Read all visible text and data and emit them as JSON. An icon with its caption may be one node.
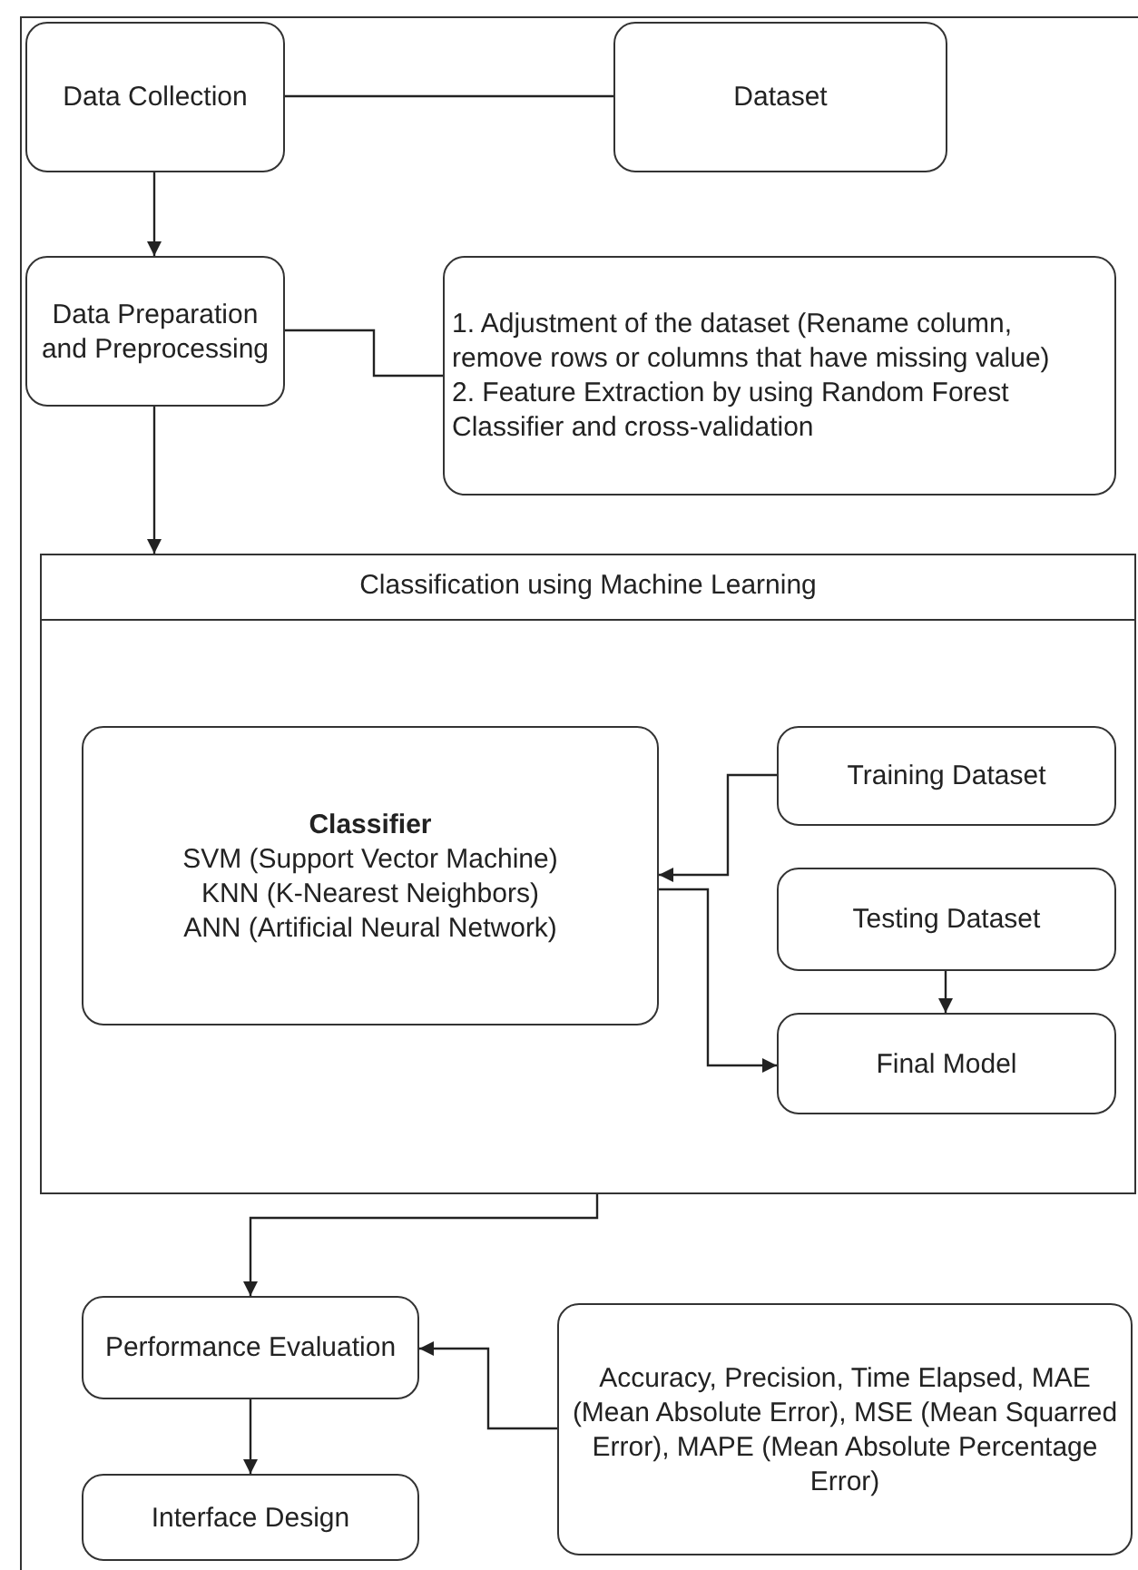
{
  "diagram": {
    "nodes": [
      {
        "text": [
          "Data Collection"
        ]
      },
      {
        "text": [
          "Dataset"
        ]
      },
      {
        "text": [
          "Data Preparation and Preprocessing"
        ]
      },
      {
        "text": [
          "1. Adjustment of the dataset (Rename column, remove rows or columns that have missing value)",
          "2. Feature Extraction by using Random Forest Classifier and cross-validation"
        ]
      },
      {
        "text": [
          "Classification using Machine Learning"
        ]
      },
      {
        "text": [
          "Classifier",
          "SVM (Support Vector Machine)",
          "KNN (K-Nearest Neighbors)",
          "ANN (Artificial Neural Network)"
        ],
        "in": 4
      },
      {
        "text": [
          "Training Dataset"
        ],
        "in": 4
      },
      {
        "text": [
          "Testing Dataset"
        ],
        "in": 4
      },
      {
        "text": [
          "Final Model"
        ],
        "in": 4
      },
      {
        "text": [
          "Performance Evaluation"
        ]
      },
      {
        "text": [
          "Accuracy, Precision, Time Elapsed, MAE (Mean Absolute Error), MSE (Mean Squarred Error), MAPE (Mean Absolute Percentage Error)"
        ]
      },
      {
        "text": [
          "Interface Design"
        ]
      }
    ],
    "edges": [
      {
        "from": 0,
        "to": 1,
        "arrow": "none"
      },
      {
        "from": 0,
        "to": 2,
        "arrow": "to"
      },
      {
        "from": 2,
        "to": 3,
        "arrow": "none"
      },
      {
        "from": 2,
        "to": 4,
        "arrow": "to"
      },
      {
        "from": 6,
        "to": 5,
        "arrow": "to"
      },
      {
        "from": 5,
        "to": 8,
        "arrow": "to"
      },
      {
        "from": 7,
        "to": 8,
        "arrow": "to"
      },
      {
        "from": 4,
        "to": 9,
        "arrow": "to"
      },
      {
        "from": 10,
        "to": 9,
        "arrow": "to"
      },
      {
        "from": 9,
        "to": 11,
        "arrow": "to"
      }
    ]
  }
}
